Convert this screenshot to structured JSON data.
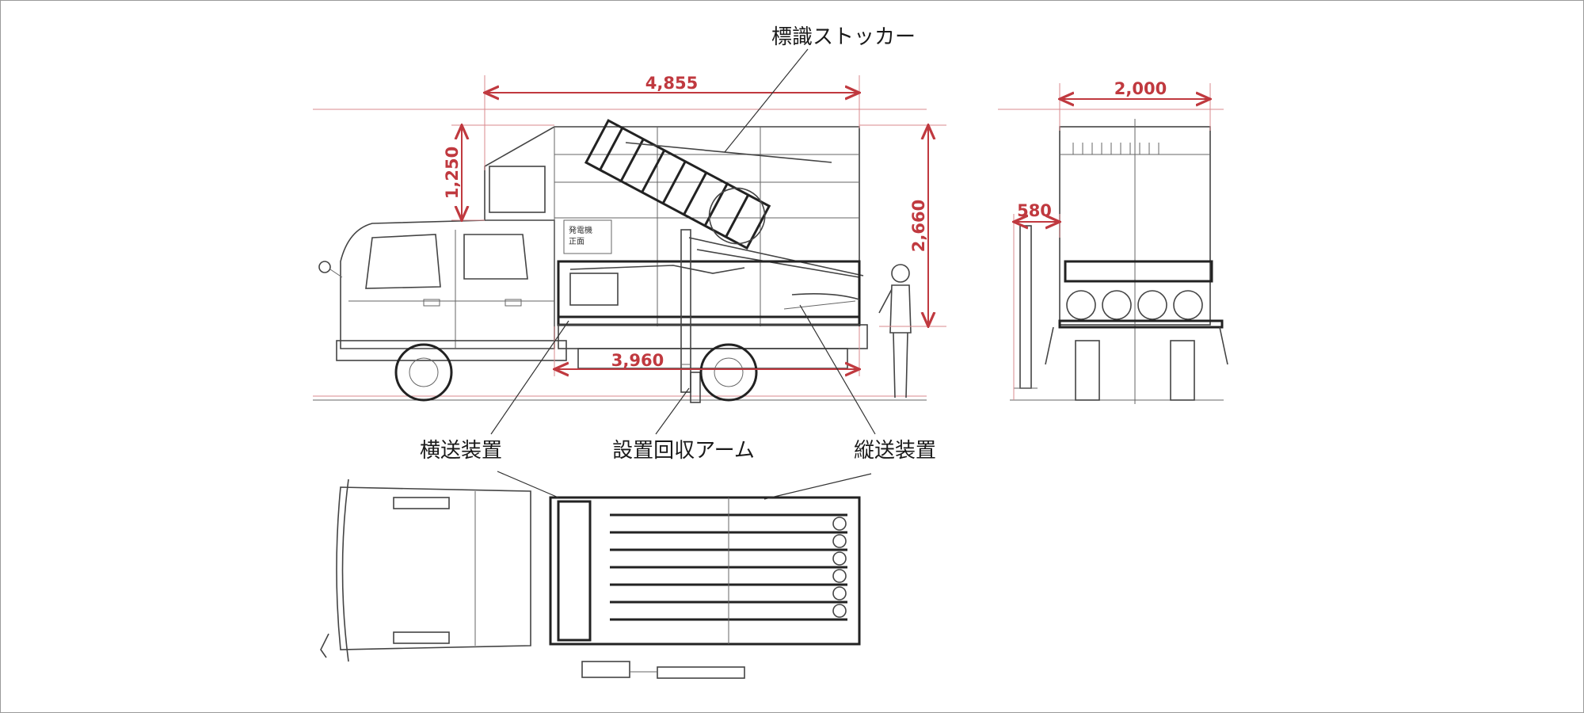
{
  "callouts": {
    "sign_stocker": "標識ストッカー",
    "lateral_feed": "横送装置",
    "install_arm": "設置回収アーム",
    "longitudinal_feed": "縦送装置"
  },
  "dimensions": {
    "body_length": "4,855",
    "cabin_top_height": "1,250",
    "box_height": "2,660",
    "deck_length": "3,960",
    "vehicle_width": "2,000",
    "arm_offset": "580"
  },
  "plate": {
    "generator_line1": "発電機",
    "generator_line2": "正面"
  },
  "colors": {
    "dimension": "#c0393f",
    "linework": "#444444",
    "frame": "#9a9a9a"
  }
}
